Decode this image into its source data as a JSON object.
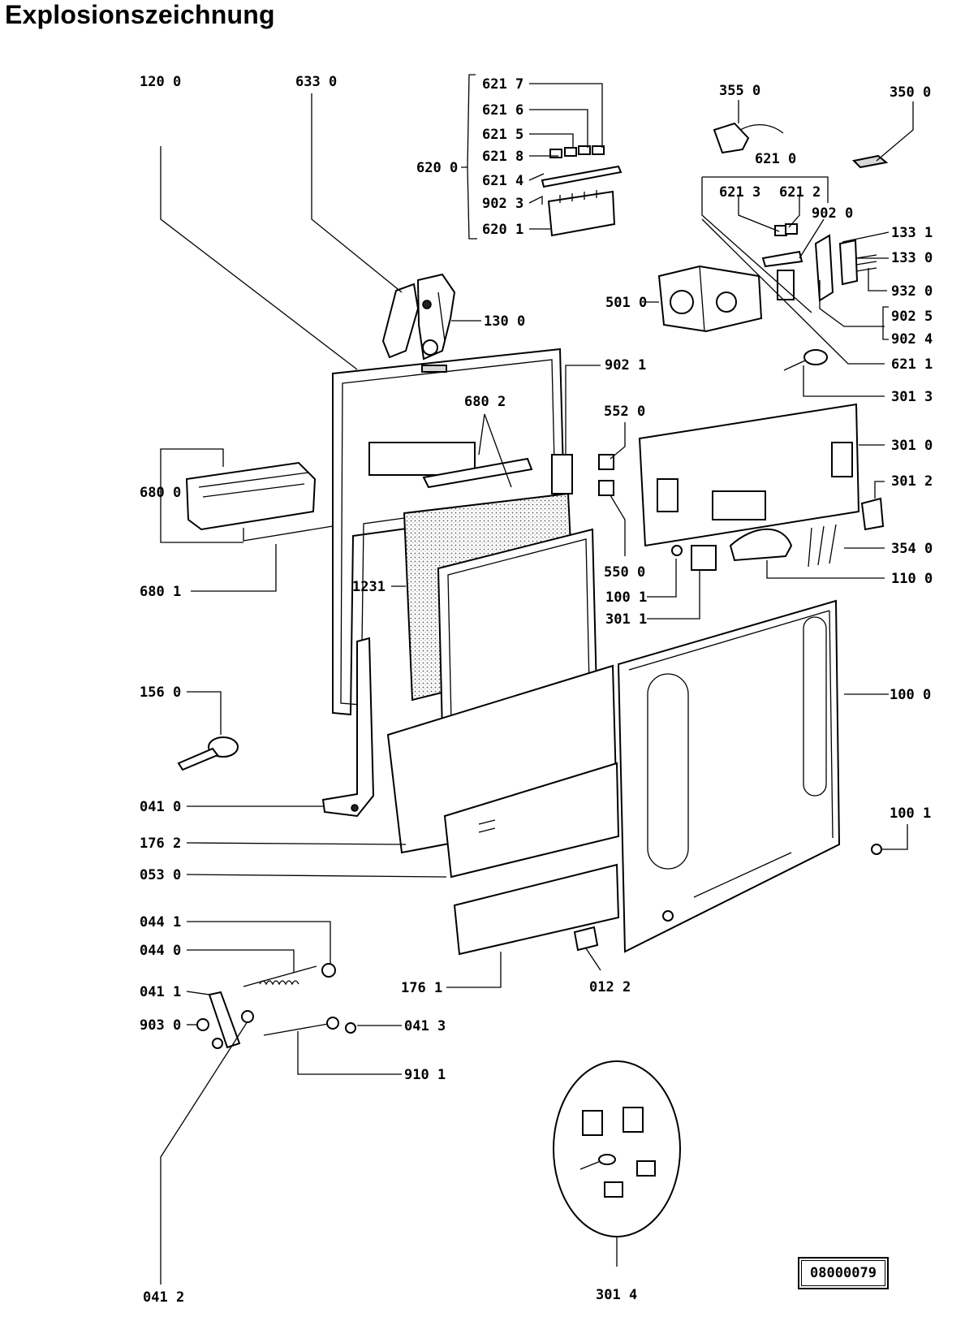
{
  "title": "Explosionszeichnung",
  "drawing_id": "08000079",
  "part_labels": [
    "120 0",
    "633 0",
    "621 7",
    "621 6",
    "621 5",
    "621 8",
    "620 0",
    "621 4",
    "902 3",
    "620 1",
    "355 0",
    "350 0",
    "621 0",
    "621 3",
    "621 2",
    "902 0",
    "133 1",
    "133 0",
    "932 0",
    "501 0",
    "902 5",
    "902 4",
    "621 1",
    "130 0",
    "902 1",
    "301 3",
    "680 2",
    "552 0",
    "301 0",
    "301 2",
    "680 0",
    "354 0",
    "550 0",
    "110 0",
    "680 1",
    "1231",
    "100 1",
    "301 1",
    "156 0",
    "100 0",
    "041 0",
    "100 1",
    "176 2",
    "053 0",
    "044 1",
    "044 0",
    "041 1",
    "176 1",
    "012 2",
    "903 0",
    "041 3",
    "910 1",
    "041 2",
    "301 4"
  ]
}
